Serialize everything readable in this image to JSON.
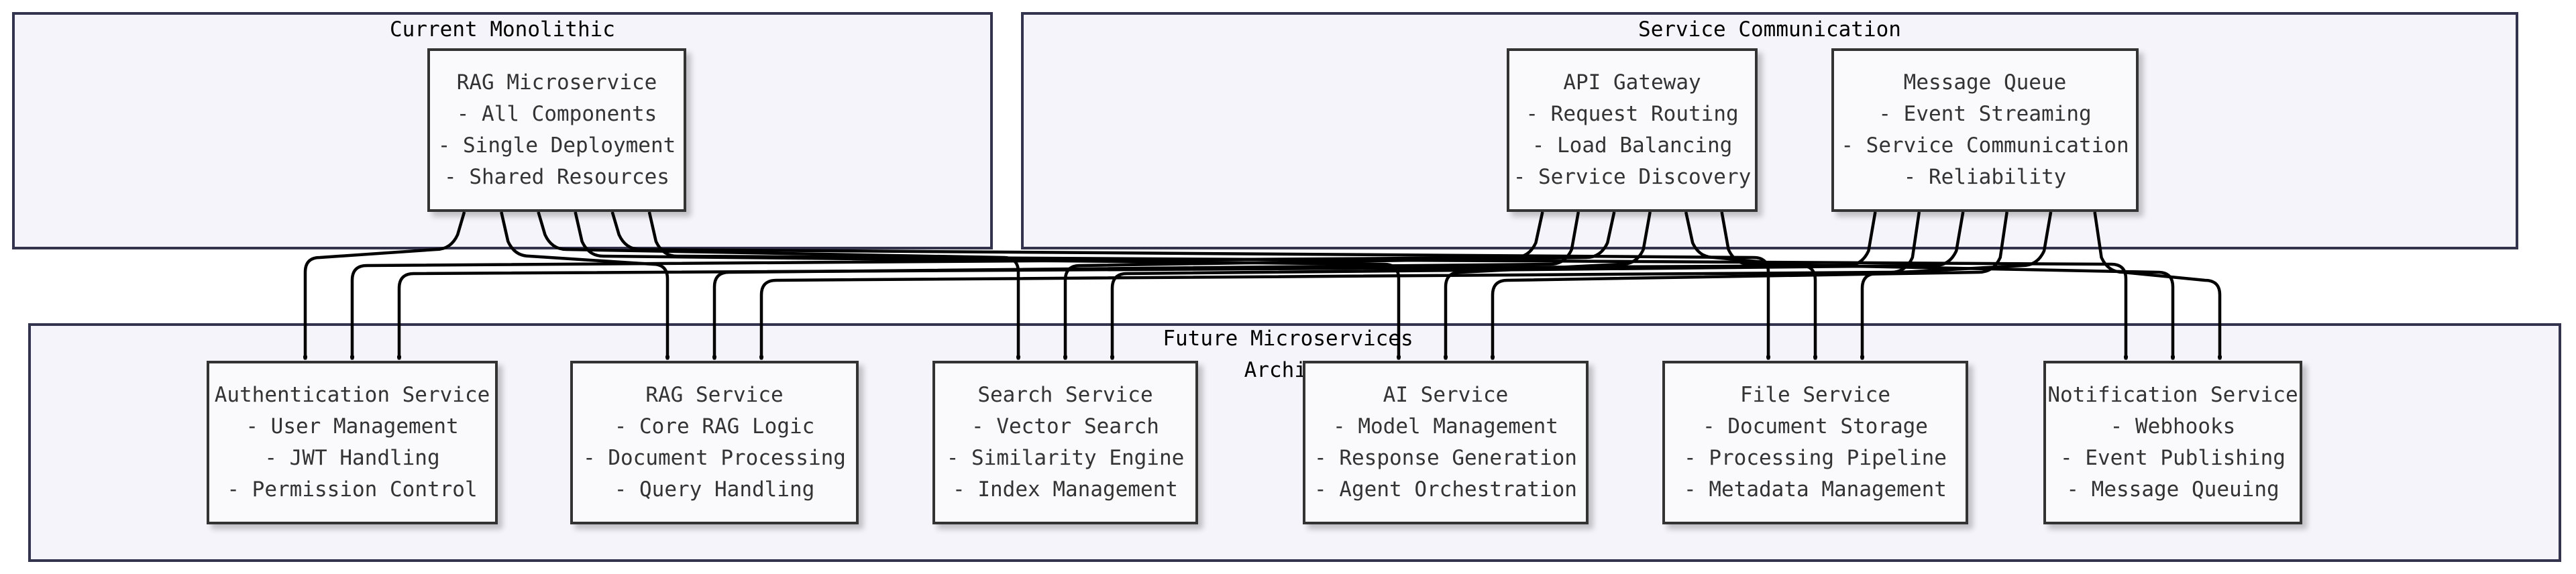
{
  "clusters": {
    "monolithic": {
      "title": "Current Monolithic"
    },
    "communication": {
      "title": "Service Communication"
    },
    "future": {
      "title_line1": "Future Microservices",
      "title_line2": "Archite"
    }
  },
  "nodes": {
    "rag_micro": {
      "title": "RAG Microservice",
      "items": [
        "- All Components",
        "- Single Deployment",
        "- Shared Resources"
      ]
    },
    "gateway": {
      "title": "API Gateway",
      "items": [
        "- Request Routing",
        "- Load Balancing",
        "- Service Discovery"
      ]
    },
    "queue": {
      "title": "Message Queue",
      "items": [
        "- Event Streaming",
        "- Service Communication",
        "- Reliability"
      ]
    },
    "auth": {
      "title": "Authentication Service",
      "items": [
        "- User Management",
        "- JWT Handling",
        "- Permission Control"
      ]
    },
    "rag": {
      "title": "RAG Service",
      "items": [
        "- Core RAG Logic",
        "- Document Processing",
        "- Query Handling"
      ]
    },
    "search": {
      "title": "Search Service",
      "items": [
        "- Vector Search",
        "- Similarity Engine",
        "- Index Management"
      ]
    },
    "ai": {
      "title": "AI Service",
      "items": [
        "- Model Management",
        "- Response Generation",
        "- Agent Orchestration"
      ]
    },
    "file": {
      "title": "File Service",
      "items": [
        "- Document Storage",
        "- Processing Pipeline",
        "- Metadata Management"
      ]
    },
    "notify": {
      "title": "Notification Service",
      "items": [
        "- Webhooks",
        "- Event Publishing",
        "- Message Queuing"
      ]
    }
  },
  "edges": [
    {
      "from": "rag_micro",
      "to": "auth"
    },
    {
      "from": "rag_micro",
      "to": "rag"
    },
    {
      "from": "rag_micro",
      "to": "search"
    },
    {
      "from": "rag_micro",
      "to": "ai"
    },
    {
      "from": "rag_micro",
      "to": "file"
    },
    {
      "from": "rag_micro",
      "to": "notify"
    },
    {
      "from": "gateway",
      "to": "auth"
    },
    {
      "from": "gateway",
      "to": "rag"
    },
    {
      "from": "gateway",
      "to": "search"
    },
    {
      "from": "gateway",
      "to": "ai"
    },
    {
      "from": "gateway",
      "to": "file"
    },
    {
      "from": "gateway",
      "to": "notify"
    },
    {
      "from": "queue",
      "to": "auth"
    },
    {
      "from": "queue",
      "to": "rag"
    },
    {
      "from": "queue",
      "to": "search"
    },
    {
      "from": "queue",
      "to": "ai"
    },
    {
      "from": "queue",
      "to": "file"
    },
    {
      "from": "queue",
      "to": "notify"
    }
  ]
}
